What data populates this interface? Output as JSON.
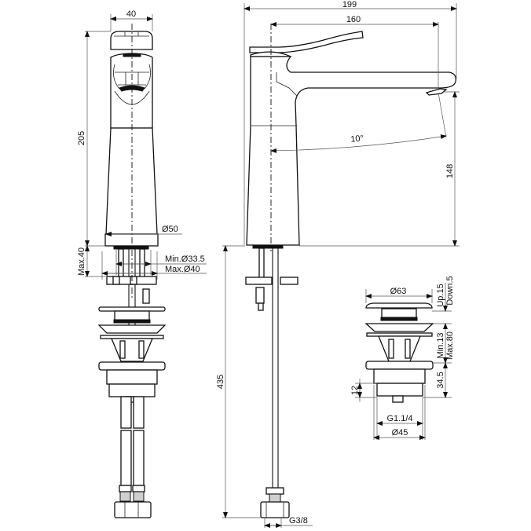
{
  "drawing": {
    "title": "Single-lever basin mixer technical drawing",
    "views": [
      "front-view",
      "side-view",
      "pop-up-waste-detail"
    ]
  },
  "front_view": {
    "width_top": "40",
    "height": "205",
    "base_diameter": "Ø50",
    "max_thickness": "Max.40",
    "hole_min": "Min.Ø33.5",
    "hole_max": "Max.Ø40"
  },
  "side_view": {
    "overall_length": "199",
    "spout_reach": "160",
    "spout_angle": "10°",
    "spout_height": "148",
    "hose_length": "435",
    "hose_thread": "G3/8"
  },
  "waste_detail": {
    "cap_diameter": "Ø63",
    "stroke_up": "Up.15",
    "stroke_down": "Down.5",
    "thickness_min": "Min.13",
    "thickness_max": "Max.80",
    "body_height": "34.5",
    "thread_length": "12",
    "thread": "G1.1/4",
    "body_diameter": "Ø45"
  }
}
